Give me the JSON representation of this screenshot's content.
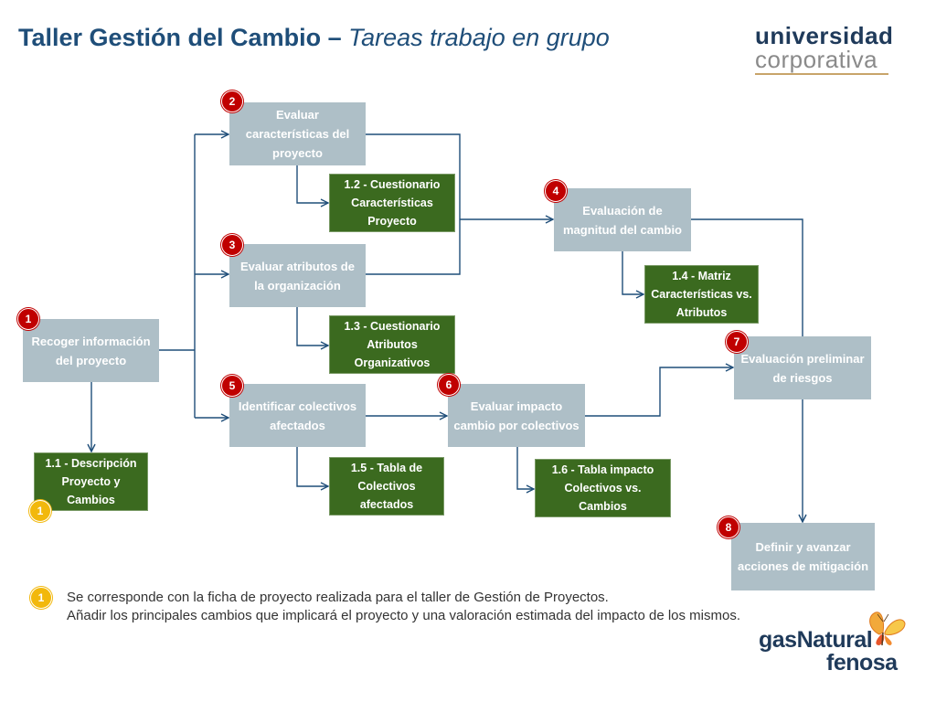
{
  "title": {
    "main": "Taller Gestión del Cambio –",
    "sub": "Tareas trabajo en grupo"
  },
  "logo_top": {
    "line1": "universidad",
    "line2": "corporativa"
  },
  "boxes": {
    "b1": "Recoger información del proyecto",
    "b2": "Evaluar características del proyecto",
    "b3": "Evaluar atributos de la organización",
    "b4": "Evaluación de magnitud del cambio",
    "b5": "Identificar colectivos afectados",
    "b6": "Evaluar impacto cambio por colectivos",
    "b7": "Evaluación preliminar de riesgos",
    "b8": "Definir y avanzar acciones de mitigación",
    "g11": "1.1 - Descripción Proyecto y Cambios",
    "g12": "1.2 - Cuestionario Características Proyecto",
    "g13": "1.3 - Cuestionario Atributos Organizativos",
    "g14": "1.4 - Matriz Características vs. Atributos",
    "g15": "1.5 - Tabla de Colectivos afectados",
    "g16": "1.6 - Tabla impacto Colectivos vs. Cambios"
  },
  "badges": {
    "n1": "1",
    "n2": "2",
    "n3": "3",
    "n4": "4",
    "n5": "5",
    "n6": "6",
    "n7": "7",
    "n8": "8",
    "y1": "1",
    "note": "1"
  },
  "note": {
    "line1": "Se corresponde con la ficha de proyecto realizada para el taller de Gestión de Proyectos.",
    "line2": "Añadir los principales cambios que implicará el proyecto y una valoración estimada del impacto de los mismos."
  },
  "logo_bottom": {
    "word1": "gasNatural",
    "word2": "fenosa"
  },
  "colors": {
    "grey_box": "#aebfc7",
    "green_box": "#3b6a1f",
    "badge_red": "#c00000",
    "badge_yellow": "#f2b80c",
    "line": "#1f4e79"
  }
}
